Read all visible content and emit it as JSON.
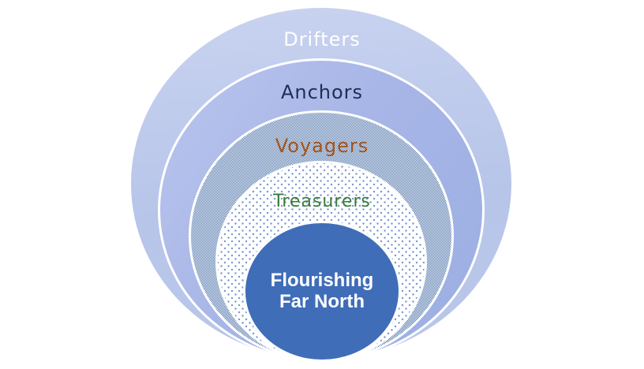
{
  "diagram": {
    "type": "nested-circles",
    "description": "Five concentric circles tangent at the bottom, from outermost to innermost",
    "rings": [
      {
        "label": "Drifters",
        "fill_style": "light periwinkle gradient",
        "fill_color": "#bcc8ea",
        "text_color": "#ffffff"
      },
      {
        "label": "Anchors",
        "fill_style": "periwinkle gradient",
        "fill_color": "#a8b6e7",
        "text_color": "#1b2f55"
      },
      {
        "label": "Voyagers",
        "fill_style": "fine blue-white checkerboard pattern",
        "fill_color": "#4a70a8",
        "text_color": "#a3541c"
      },
      {
        "label": "Treasurers",
        "fill_style": "white with light-blue dot pattern",
        "fill_color": "#7b9bd0",
        "text_color": "#3b7c3b"
      },
      {
        "label": "Flourishing Far North",
        "fill_style": "solid blue",
        "fill_color": "#3f6db8",
        "text_color": "#ffffff"
      }
    ]
  },
  "colors": {
    "background": "#ffffff",
    "checker-blue": "#4a70a8",
    "dot-blue": "#7b9bd0",
    "core-blue": "#3f6db8",
    "drifters-text": "#ffffff",
    "anchors-text": "#1b2f55",
    "voyagers-text": "#a3541c",
    "treasurers-text": "#3b7c3b",
    "core-text": "#ffffff"
  }
}
